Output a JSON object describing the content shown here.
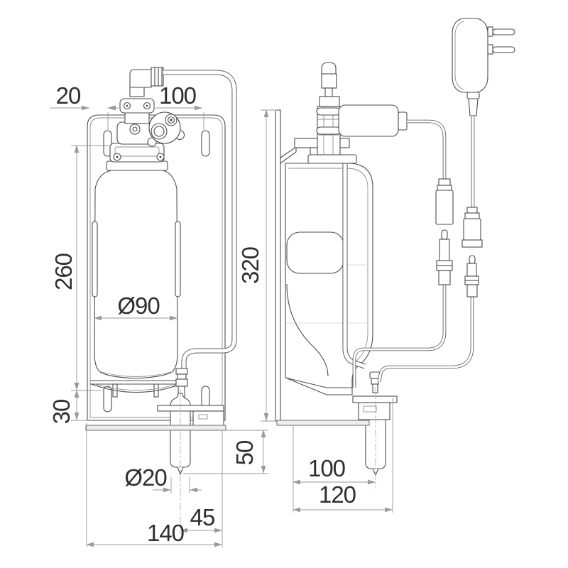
{
  "drawing": {
    "type": "technical-dimension-drawing",
    "subject": "wall-mounted-automatic-soap-dispenser",
    "line_color": "#4d4d4d",
    "dim_color": "#9a9a9a",
    "labels": {
      "front_hole_offset": "20",
      "front_hole_spacing": "100",
      "front_bottle_height": "260",
      "front_bottom_margin": "30",
      "front_bottle_diameter": "Ø90",
      "front_nozzle_diameter": "Ø20",
      "front_nozzle_offset": "45",
      "front_bracket_width": "140",
      "front_nozzle_drop": "50",
      "side_bracket_height": "320",
      "side_nozzle_wall_distance": "100",
      "side_bracket_depth": "120"
    }
  }
}
